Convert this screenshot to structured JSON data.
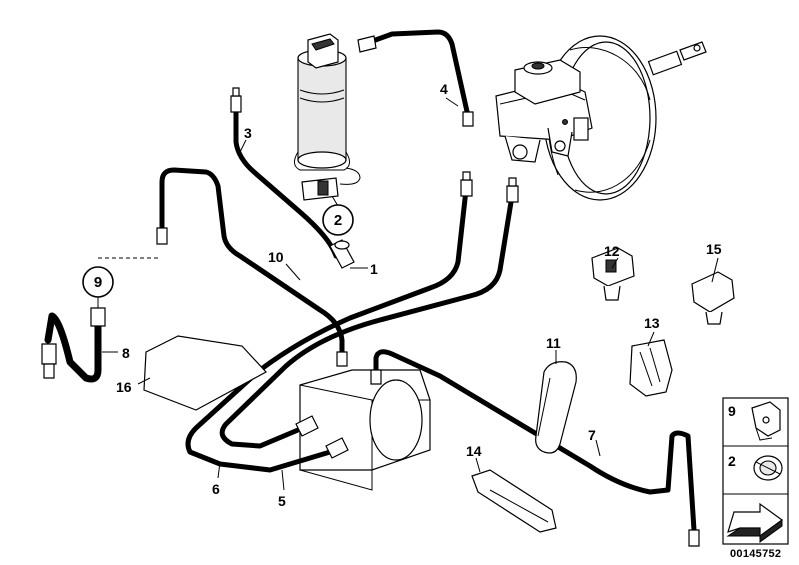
{
  "diagram": {
    "document_id": "00145752",
    "part_labels": [
      "1",
      "2",
      "3",
      "4",
      "5",
      "6",
      "7",
      "8",
      "9",
      "10",
      "11",
      "12",
      "13",
      "14",
      "15",
      "16"
    ],
    "circled_refs": [
      "2",
      "9"
    ],
    "legend": [
      {
        "number": "9",
        "icon": "bracket-clip-icon"
      },
      {
        "number": "2",
        "icon": "hose-clamp-icon"
      },
      {
        "number": "",
        "icon": "arrow-right-icon"
      }
    ]
  }
}
